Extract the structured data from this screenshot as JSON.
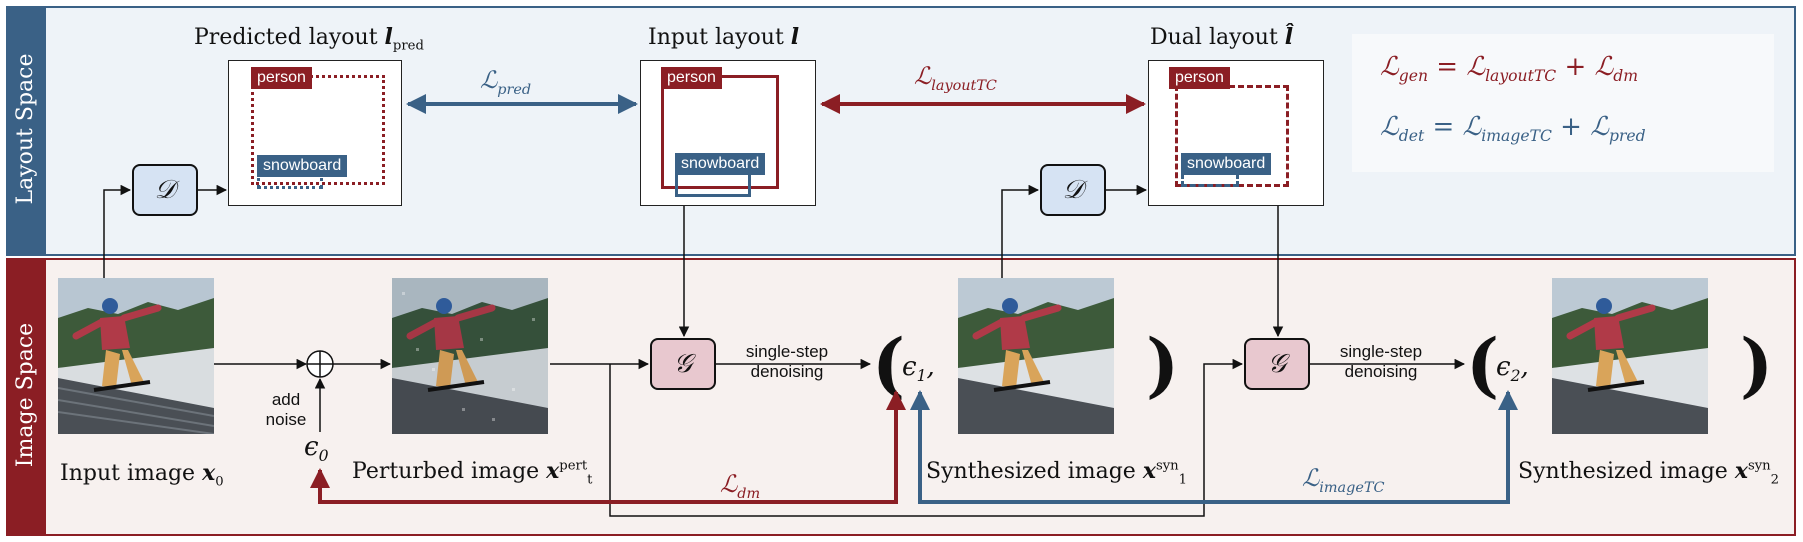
{
  "bands": {
    "layout_space_label": "Layout Space",
    "image_space_label": "Image Space"
  },
  "layout_panels": {
    "predicted_title": "Predicted layout ",
    "predicted_symbol": "l",
    "predicted_sub": "pred",
    "input_title": "Input layout ",
    "input_symbol": "l",
    "dual_title": "Dual layout ",
    "dual_symbol": "l̂"
  },
  "tags": {
    "person": "person",
    "snowboard": "snowboard"
  },
  "modules": {
    "discriminator": "𝒟",
    "generator": "𝒢"
  },
  "losses": {
    "pred": "ℒ",
    "pred_sub": "pred",
    "layoutTC": "ℒ",
    "layoutTC_sub": "layoutTC",
    "dm": "ℒ",
    "dm_sub": "dm",
    "imageTC": "ℒ",
    "imageTC_sub": "imageTC"
  },
  "legend": {
    "gen_line": {
      "lhs": "ℒ",
      "lhs_sub": "gen",
      "eq": " = ",
      "a": "ℒ",
      "a_sub": "layoutTC",
      "plus": " + ",
      "b": "ℒ",
      "b_sub": "dm"
    },
    "det_line": {
      "lhs": "ℒ",
      "lhs_sub": "det",
      "eq": " = ",
      "a": "ℒ",
      "a_sub": "imageTC",
      "plus": " + ",
      "b": "ℒ",
      "b_sub": "pred"
    }
  },
  "image_captions": {
    "input": "Input image ",
    "input_sym": "x",
    "input_sub": "0",
    "perturbed": "Perturbed image ",
    "perturbed_sym": "x",
    "perturbed_sup": "pert",
    "perturbed_sub": "t",
    "syn1": "Synthesized image ",
    "syn1_sym": "x",
    "syn1_sup": "syn",
    "syn1_sub": "1",
    "syn2": "Synthesized image ",
    "syn2_sym": "x",
    "syn2_sup": "syn",
    "syn2_sub": "2"
  },
  "labels": {
    "add_noise": "add\nnoise",
    "eps0": "ϵ",
    "eps0_sub": "0",
    "denoise1": "single-step\ndenoising",
    "denoise2": "single-step\ndenoising",
    "eps1": "ϵ",
    "eps1_sub": "1",
    "eps2": "ϵ",
    "eps2_sub": "2",
    "comma": ",",
    "open_paren": "(",
    "close_paren": ")"
  },
  "colors": {
    "red": "#8b1e24",
    "blue": "#3a6186",
    "mod_d_fill": "#d6e3f3",
    "mod_g_fill": "#e8c8cf"
  }
}
